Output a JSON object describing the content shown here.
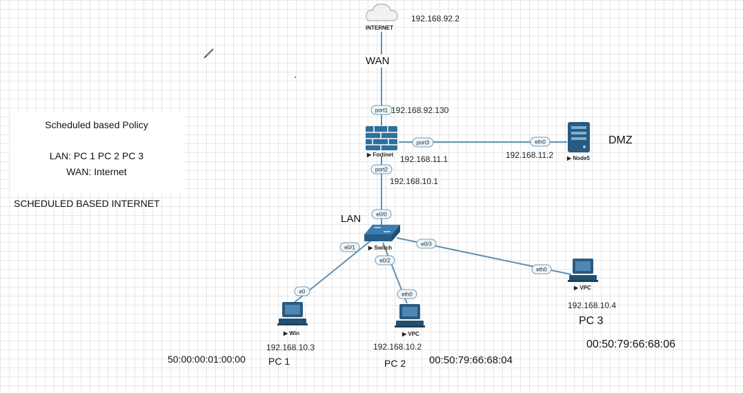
{
  "policy": {
    "title": "Scheduled based Policy",
    "lan": "LAN: PC 1 PC 2 PC 3",
    "wan": "WAN: Internet",
    "heading": "SCHEDULED BASED INTERNET"
  },
  "nodes": {
    "internet": {
      "name": "INTERNET",
      "ip": "192.168.92.2"
    },
    "fortinet": {
      "name": "Fortinet",
      "ip_port1": "192.168.92.130",
      "ip_port3": "192.168.11.1",
      "ip_port2": "192.168.10.1"
    },
    "node5": {
      "name": "Node5",
      "ip": "192.168.11.2"
    },
    "switch": {
      "name": "Switch"
    },
    "win": {
      "name": "Win",
      "ip": "192.168.10.3",
      "label": "PC 1",
      "mac": "50:00:00:01:00:00"
    },
    "vpc2": {
      "name": "VPC",
      "ip": "192.168.10.2",
      "label": "PC 2",
      "mac": "00:50:79:66:68:04"
    },
    "vpc3": {
      "name": "VPC",
      "ip": "192.168.10.4",
      "label": "PC 3",
      "mac": "00:50:79:66:68:06"
    }
  },
  "zones": {
    "wan": "WAN",
    "lan": "LAN",
    "dmz": "DMZ"
  },
  "ports": {
    "fw_port1": "port1",
    "fw_port3": "port3",
    "fw_port2": "port2",
    "node5_eth0": "eth0",
    "sw_e00": "e0/0",
    "sw_e01": "e0/1",
    "sw_e02": "e0/2",
    "sw_e03": "e0/3",
    "win_e0": "e0",
    "vpc2_eth0": "eth0",
    "vpc3_eth0": "eth0"
  },
  "colors": {
    "link": "#5f8fb0",
    "port_fill": "#eef6fb",
    "port_stroke": "#6f9ab8"
  }
}
